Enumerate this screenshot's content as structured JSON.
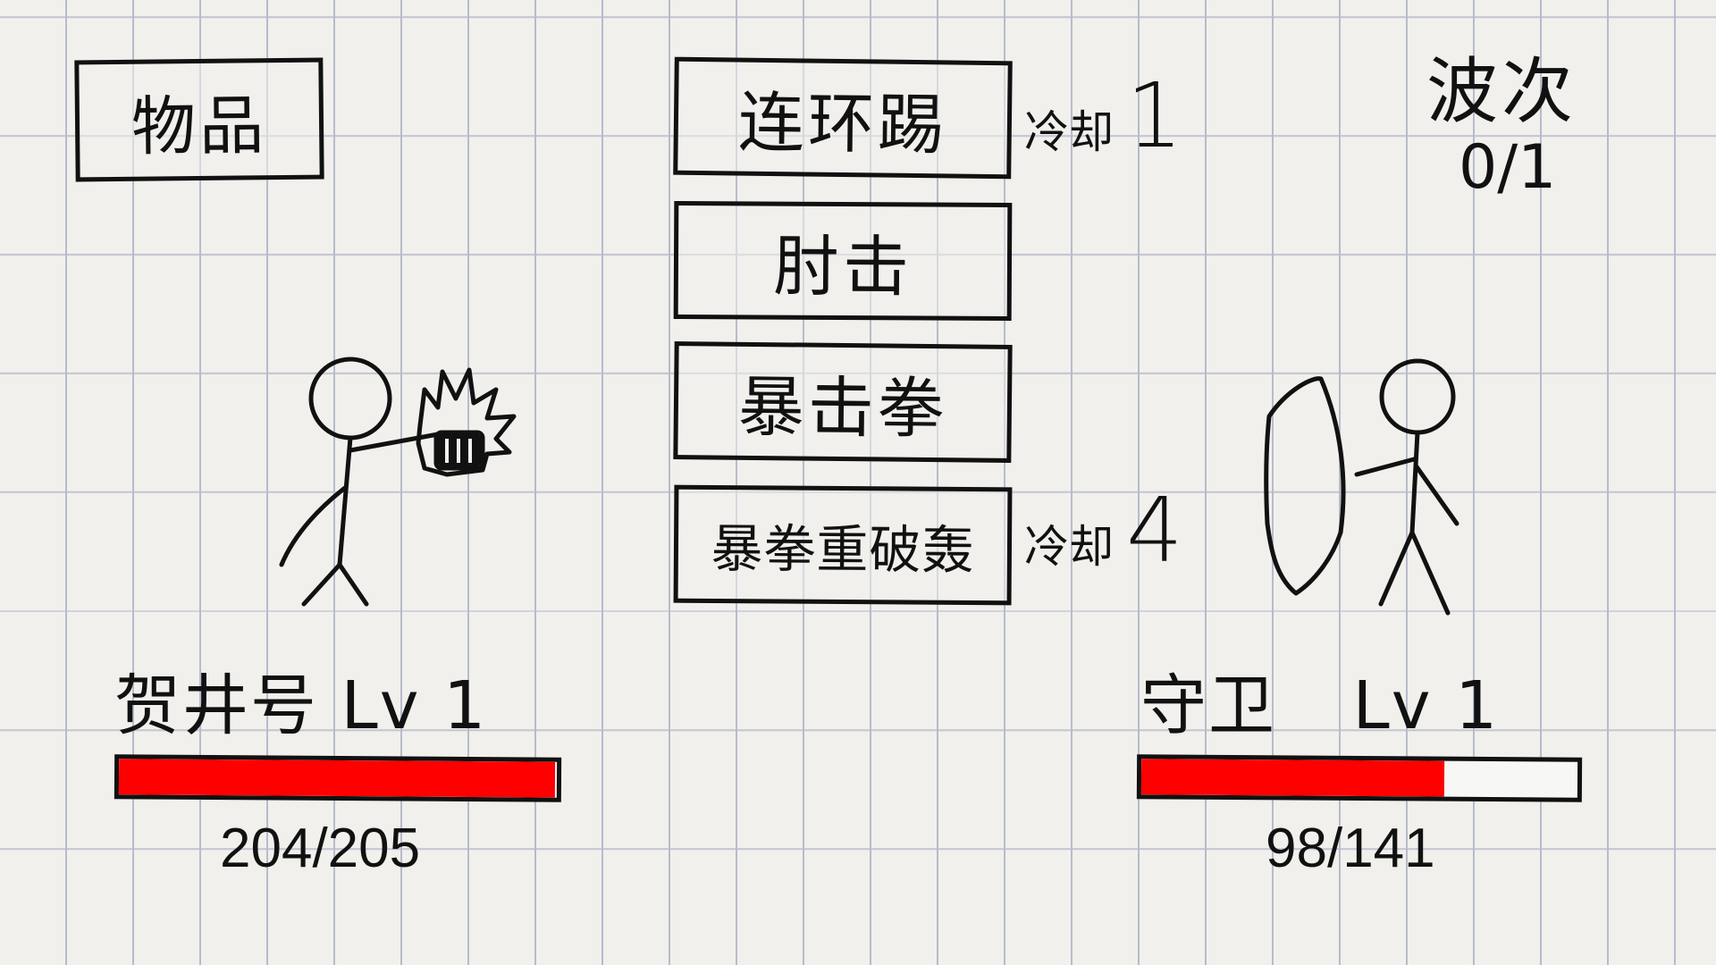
{
  "items_button": {
    "label": "物品"
  },
  "skills": [
    {
      "label": "连环踢",
      "cooldown_label": "冷却",
      "cooldown": "1"
    },
    {
      "label": "肘击"
    },
    {
      "label": "暴击拳"
    },
    {
      "label": "暴拳重破轰",
      "cooldown_label": "冷却",
      "cooldown": "4"
    }
  ],
  "wave": {
    "label": "波次",
    "value": "0/1"
  },
  "player": {
    "name": "贺井号",
    "level": "Lv 1",
    "hp_text": "204/205",
    "hp_current": 204,
    "hp_max": 205,
    "icon": "stick-figure-punching-fist-icon"
  },
  "enemy": {
    "name": "守卫",
    "level": "Lv 1",
    "hp_text": "98/141",
    "hp_current": 98,
    "hp_max": 141,
    "icon": "stick-figure-shield-icon"
  },
  "colors": {
    "hp_fill": "#ff0000",
    "ink": "#111111",
    "paper": "#f1f0ec",
    "lines": "#b7bbcc"
  }
}
